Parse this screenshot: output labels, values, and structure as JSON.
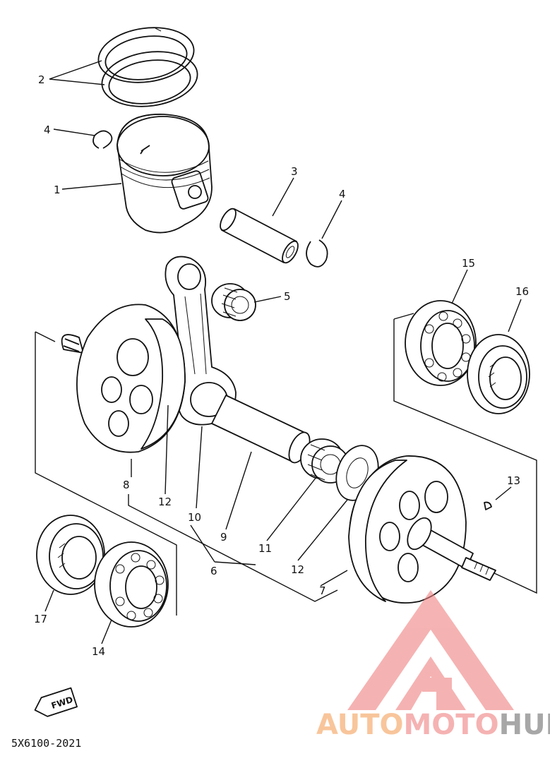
{
  "diagram_code": "5X6100-2021",
  "fwd_label": "FWD",
  "colors": {
    "line": "#111111",
    "logo_red": "#f08080",
    "logo_orange": "#f5a05a",
    "logo_gray": "#6e6e6e"
  },
  "logo": {
    "part1": "AUTO",
    "part2": "MOTO",
    "part3": "HUB"
  },
  "callouts": [
    "1",
    "2",
    "3",
    "4",
    "4",
    "5",
    "6",
    "7",
    "8",
    "9",
    "10",
    "11",
    "12",
    "12",
    "13",
    "14",
    "15",
    "16",
    "17"
  ]
}
